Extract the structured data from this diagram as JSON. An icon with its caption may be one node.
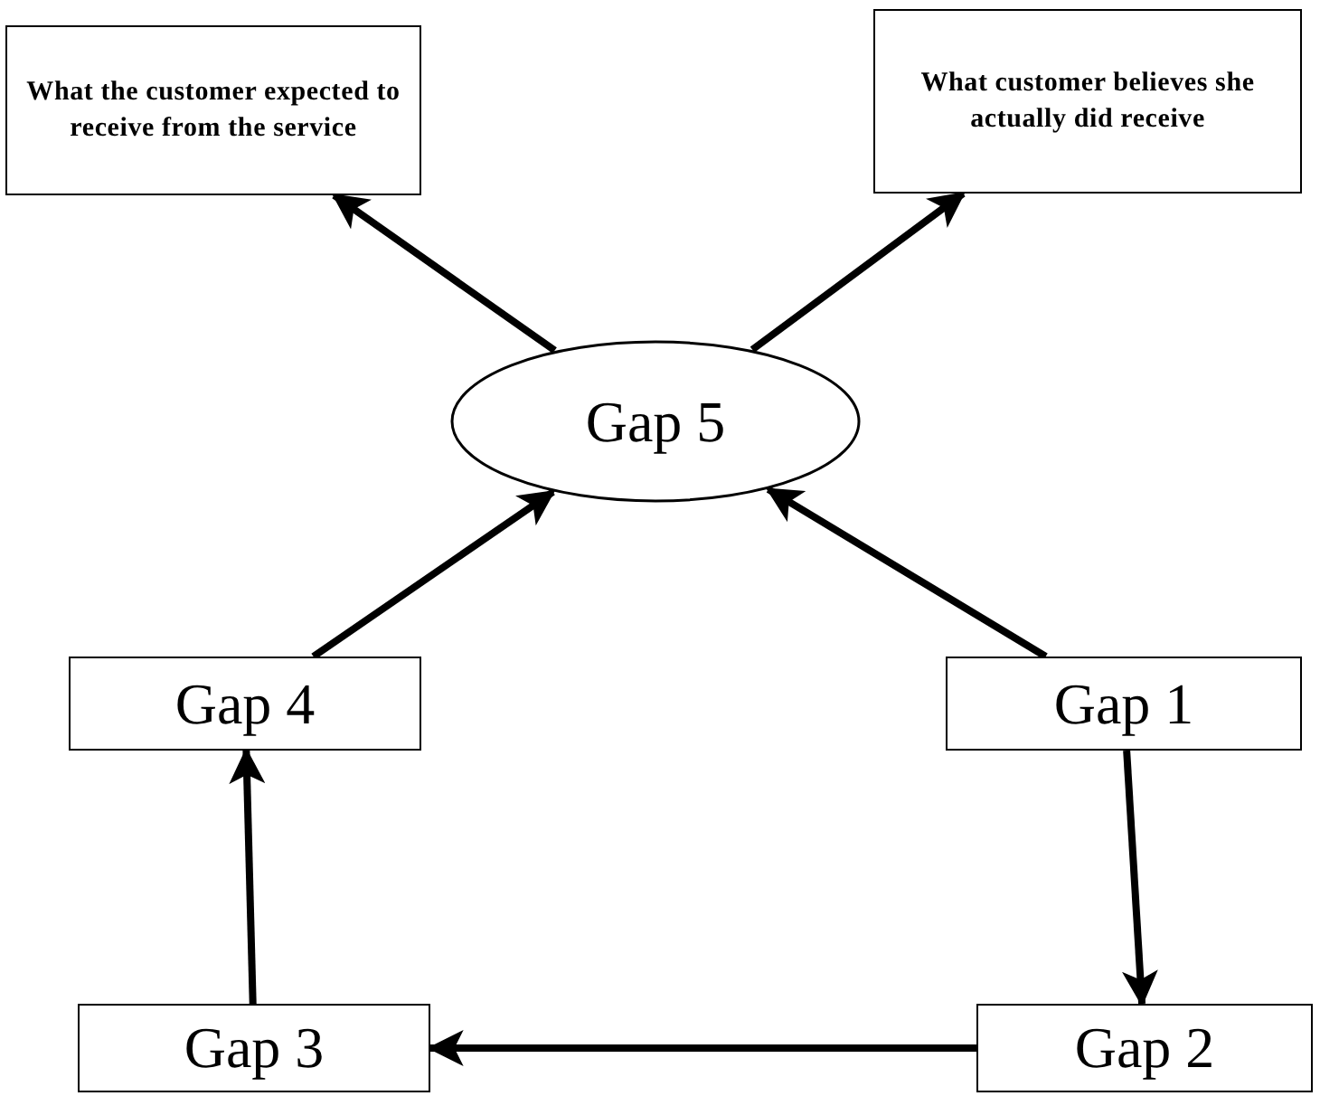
{
  "diagram": {
    "nodes": [
      {
        "text": [
          "What the customer expected to receive from the service"
        ]
      },
      {
        "text": [
          "What customer believes she actually did receive"
        ]
      },
      {
        "text": [
          "Gap 5"
        ]
      },
      {
        "text": [
          "Gap 4"
        ]
      },
      {
        "text": [
          "Gap 1"
        ]
      },
      {
        "text": [
          "Gap 3"
        ]
      },
      {
        "text": [
          "Gap 2"
        ]
      }
    ],
    "edges": [
      {
        "from": 2,
        "to": 0,
        "arrow": "to"
      },
      {
        "from": 2,
        "to": 1,
        "arrow": "to"
      },
      {
        "from": 3,
        "to": 2,
        "arrow": "to"
      },
      {
        "from": 4,
        "to": 2,
        "arrow": "to"
      },
      {
        "from": 4,
        "to": 6,
        "arrow": "to"
      },
      {
        "from": 6,
        "to": 5,
        "arrow": "to"
      },
      {
        "from": 5,
        "to": 3,
        "arrow": "to"
      }
    ]
  }
}
